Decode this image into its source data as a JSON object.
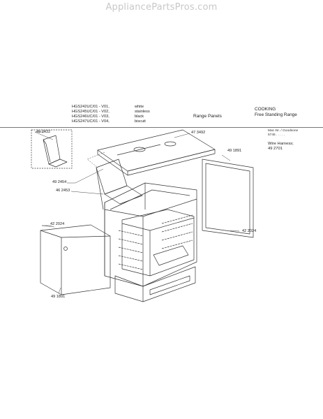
{
  "site_watermark": "AppliancePartsPros.com",
  "models": [
    {
      "model": "HGS242UC/01 - V01,",
      "color": "white"
    },
    {
      "model": "HGS245UC/01 - V02,",
      "color": "stainless"
    },
    {
      "model": "HGS246UC/01 - V03,",
      "color": "black"
    },
    {
      "model": "HGS247UC/01 - V04,",
      "color": "biscuit"
    }
  ],
  "section_title": "Range Panels",
  "category": {
    "line1": "COOKING",
    "line2": "Free Standing Range"
  },
  "side_note": {
    "line1": "Mat.-Nr. / Goodsone",
    "line2": "5745 . . . . ."
  },
  "wire_harness": {
    "label": "Wire Harness;",
    "part": "49 2701"
  },
  "part_numbers": {
    "inset": "49 2432",
    "top_panel": "47 3492",
    "side_right": "49 1891",
    "panel_left": "49 2454",
    "bracket": "46 2453",
    "side_left": "42 2024",
    "right_ref": "42 2024",
    "bottom": "49 1891"
  }
}
